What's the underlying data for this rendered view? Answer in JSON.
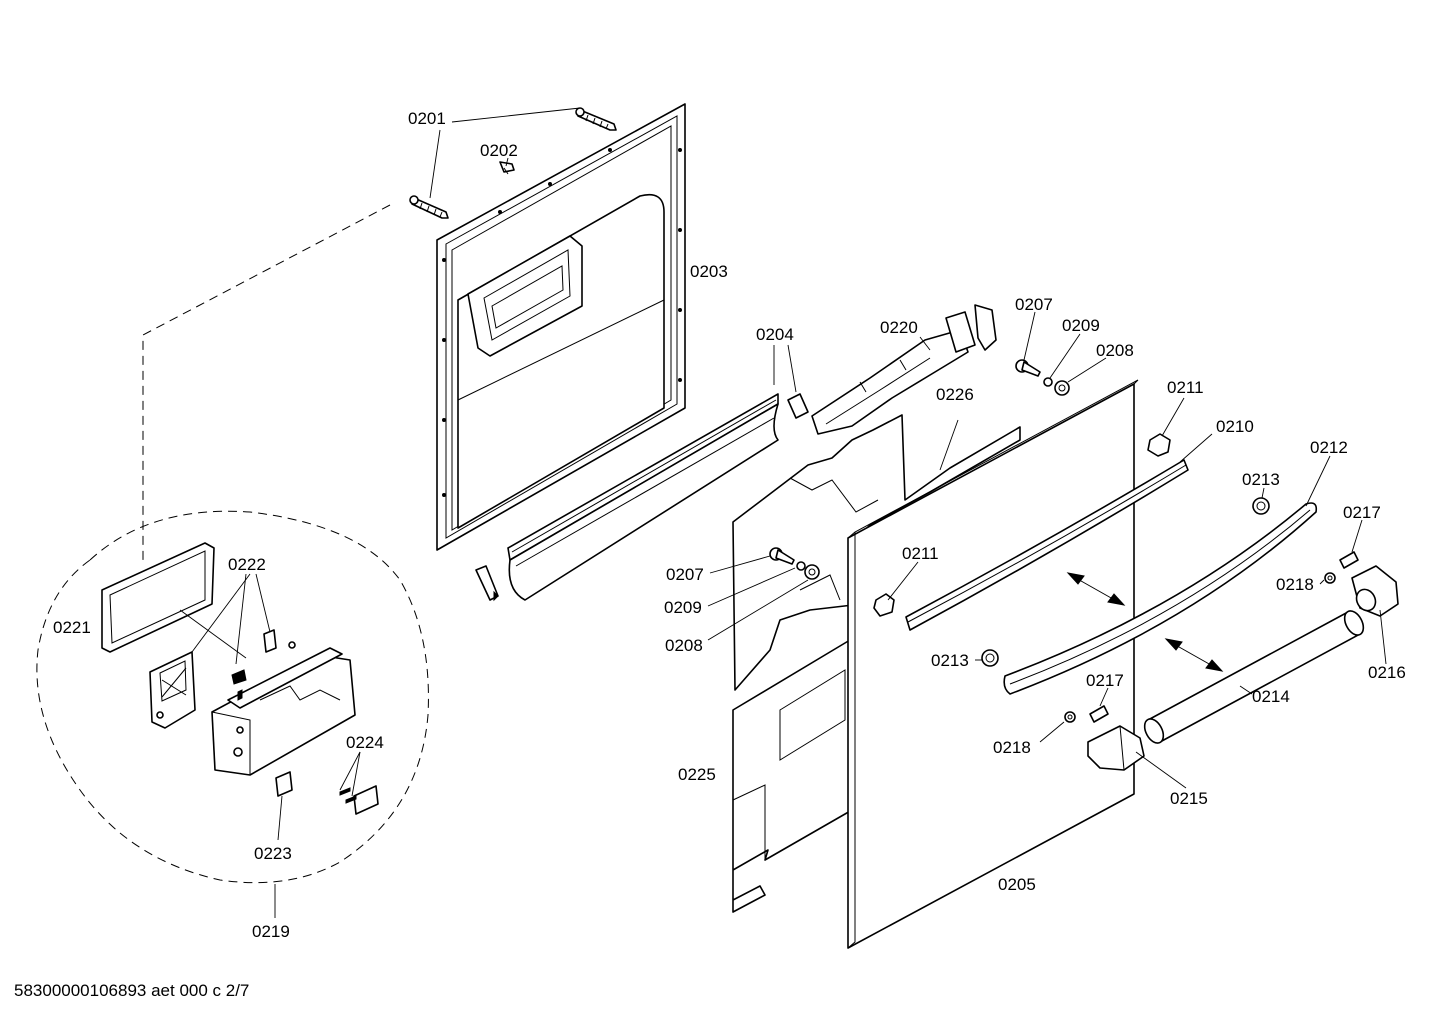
{
  "footer_text": "58300000106893 aet 000 c 2/7",
  "callouts": {
    "c0201": "0201",
    "c0202": "0202",
    "c0203": "0203",
    "c0204": "0204",
    "c0205": "0205",
    "c0207a": "0207",
    "c0207b": "0207",
    "c0208a": "0208",
    "c0208b": "0208",
    "c0209a": "0209",
    "c0209b": "0209",
    "c0210": "0210",
    "c0211a": "0211",
    "c0211b": "0211",
    "c0212": "0212",
    "c0213a": "0213",
    "c0213b": "0213",
    "c0214": "0214",
    "c0215": "0215",
    "c0216": "0216",
    "c0217a": "0217",
    "c0217b": "0217",
    "c0218a": "0218",
    "c0218b": "0218",
    "c0219": "0219",
    "c0220": "0220",
    "c0221": "0221",
    "c0222": "0222",
    "c0223": "0223",
    "c0224": "0224",
    "c0225": "0225",
    "c0226": "0226"
  }
}
